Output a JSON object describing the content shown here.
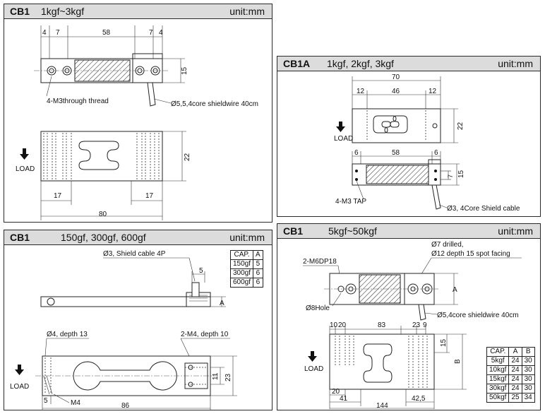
{
  "panels": {
    "p1": {
      "model": "CB1",
      "capacity": "1kgf~3kgf",
      "unit": "unit:mm",
      "dims": {
        "d4a": "4",
        "d7a": "7",
        "d58": "58",
        "d7b": "7",
        "d4b": "4",
        "d15": "15",
        "d22": "22",
        "d17a": "17",
        "d17b": "17",
        "d80": "80"
      },
      "notes": {
        "thread": "4-M3through thread",
        "wire": "Ø5,5,4core shieldwire 40cm",
        "load": "LOAD"
      }
    },
    "p2": {
      "model": "CB1A",
      "capacity": "1kgf, 2kgf, 3kgf",
      "unit": "unit:mm",
      "dims": {
        "d70": "70",
        "d12a": "12",
        "d46": "46",
        "d12b": "12",
        "d22": "22",
        "d6a": "6",
        "d58": "58",
        "d6b": "6",
        "d7": "7",
        "d15": "15"
      },
      "notes": {
        "tap": "4-M3 TAP",
        "cable": "Ø3, 4Core Shield cable",
        "load": "LOAD"
      }
    },
    "p3": {
      "model": "CB1",
      "capacity": "150gf, 300gf, 600gf",
      "unit": "unit:mm",
      "dims": {
        "d5a": "5",
        "dA": "A",
        "d11": "11",
        "d23": "23",
        "d5b": "5",
        "d86": "86"
      },
      "notes": {
        "cable": "Ø3, Shield cable 4P",
        "hole": "Ø4, depth 13",
        "thread": "2-M4, depth 10",
        "m4": "M4",
        "load": "LOAD"
      },
      "table": {
        "headers": [
          "CAP.",
          "A"
        ],
        "rows": [
          [
            "150gf",
            "5"
          ],
          [
            "300gf",
            "6"
          ],
          [
            "600gf",
            "6"
          ]
        ]
      }
    },
    "p4": {
      "model": "CB1",
      "capacity": "5kgf~50kgf",
      "unit": "unit:mm",
      "dims": {
        "d10": "10",
        "d20a": "20",
        "d83": "83",
        "d23": "23",
        "d9": "9",
        "dA": "A",
        "d15": "15",
        "dB": "B",
        "d20b": "20",
        "d41": "41",
        "d42_5": "42,5",
        "d144": "144"
      },
      "notes": {
        "drilled": "Ø7 drilled,",
        "facing": "Ø12 depth 15 spot facing",
        "m6": "2-M6DP18",
        "hole": "Ø8Hole",
        "wire": "Ø5,4core shieldwire 40cm",
        "load": "LOAD"
      },
      "table": {
        "headers": [
          "CAP.",
          "A",
          "B"
        ],
        "rows": [
          [
            "5kgf",
            "24",
            "30"
          ],
          [
            "10kgf",
            "24",
            "30"
          ],
          [
            "15kgf",
            "24",
            "30"
          ],
          [
            "30kgf",
            "24",
            "30"
          ],
          [
            "50kgf",
            "25",
            "34"
          ]
        ]
      }
    }
  }
}
